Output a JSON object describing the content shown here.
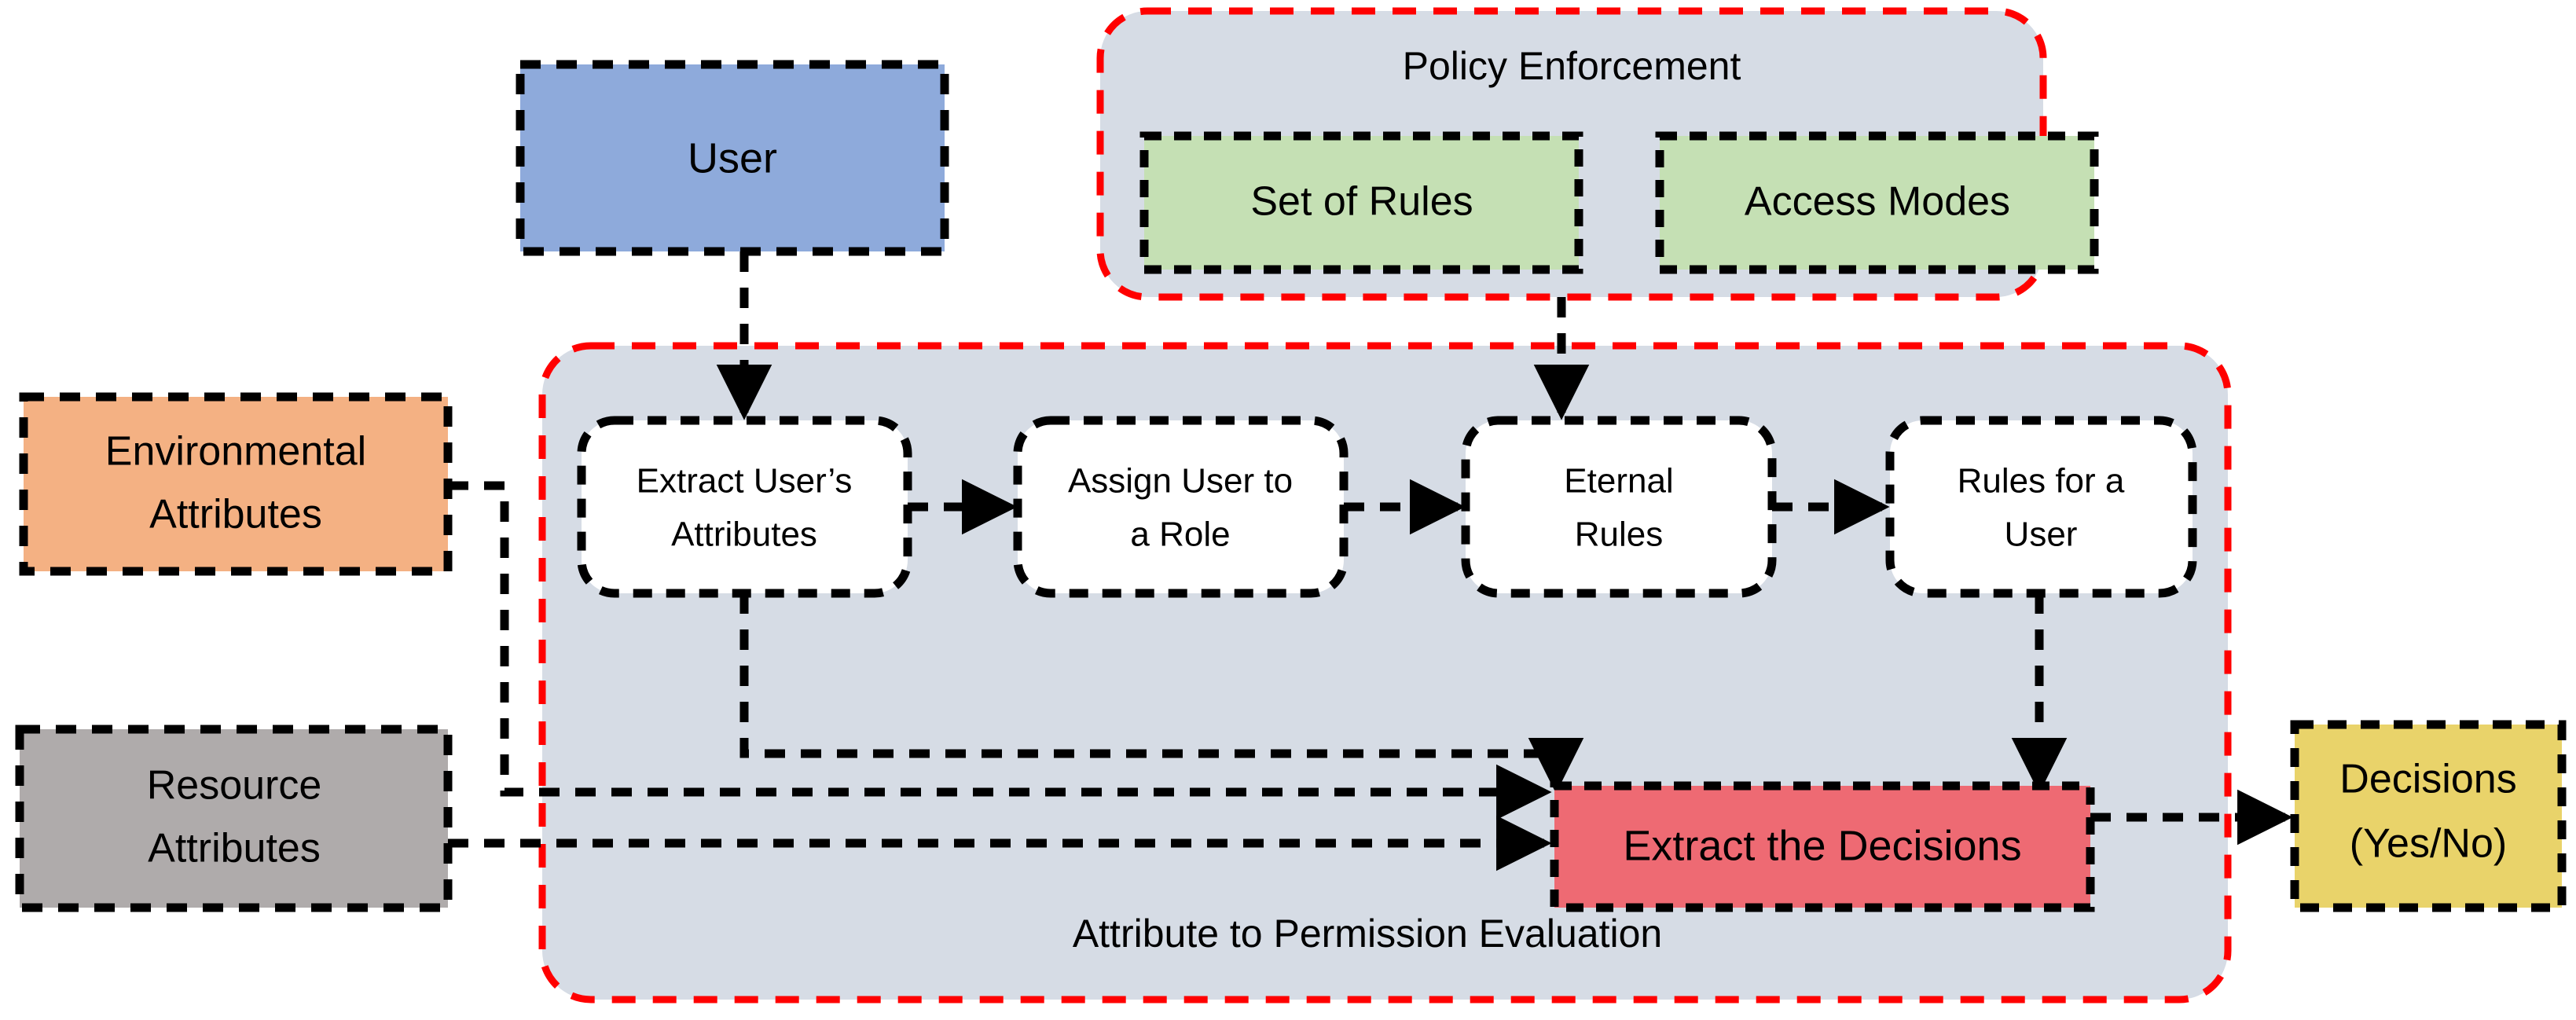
{
  "diagram": {
    "title": "Attribute to Permission Evaluation",
    "type": "flow-diagram"
  },
  "colors": {
    "user_fill": "#8EAADB",
    "group_fill": "#D6DCE5",
    "group_border": "#FF0000",
    "rule_fill": "#C5E0B4",
    "process_fill": "#FFFFFF",
    "environmental_fill": "#F4B183",
    "resource_fill": "#AFABAB",
    "decision_box_fill": "#EE6A73",
    "decisions_fill": "#E9D36A",
    "stroke": "#000000"
  },
  "nodes": {
    "user": {
      "label": "User"
    },
    "policy_enforcement": {
      "label": "Policy Enforcement",
      "children": [
        {
          "label": "Set of Rules"
        },
        {
          "label": "Access Modes"
        }
      ]
    },
    "environmental_attributes": {
      "label_line1": "Environmental",
      "label_line2": "Attributes"
    },
    "resource_attributes": {
      "label_line1": "Resource",
      "label_line2": "Attributes"
    },
    "evaluation_group": {
      "label": "Attribute to Permission Evaluation"
    },
    "process_steps": [
      {
        "label_line1": "Extract User’s",
        "label_line2": "Attributes"
      },
      {
        "label_line1": "Assign User to",
        "label_line2": "a Role"
      },
      {
        "label_line1": "Eternal",
        "label_line2": "Rules"
      },
      {
        "label_line1": "Rules for a",
        "label_line2": "User"
      }
    ],
    "extract_decisions": {
      "label": "Extract the Decisions"
    },
    "decisions": {
      "label_line1": "Decisions",
      "label_line2": "(Yes/No)"
    }
  },
  "edges": [
    {
      "from": "user",
      "to": "extract-users-attributes"
    },
    {
      "from": "policy-enforcement",
      "to": "eternal-rules"
    },
    {
      "from": "extract-users-attributes",
      "to": "assign-user-to-a-role"
    },
    {
      "from": "assign-user-to-a-role",
      "to": "eternal-rules"
    },
    {
      "from": "eternal-rules",
      "to": "rules-for-a-user"
    },
    {
      "from": "extract-users-attributes",
      "to": "extract-the-decisions"
    },
    {
      "from": "rules-for-a-user",
      "to": "extract-the-decisions"
    },
    {
      "from": "environmental-attributes",
      "to": "extract-the-decisions"
    },
    {
      "from": "resource-attributes",
      "to": "extract-the-decisions"
    },
    {
      "from": "extract-the-decisions",
      "to": "decisions"
    }
  ]
}
